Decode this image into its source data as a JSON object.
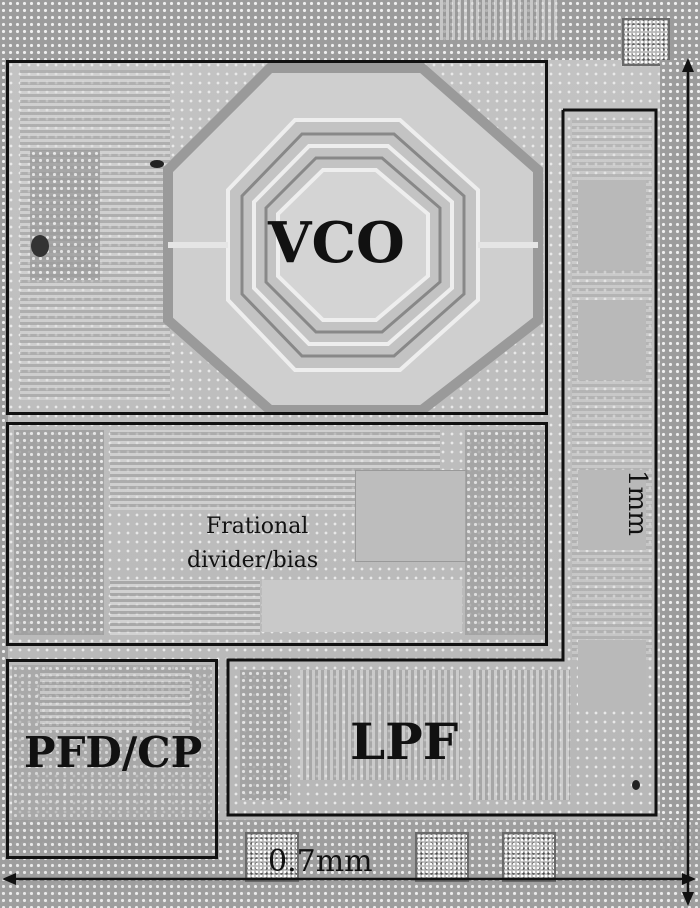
{
  "blocks": {
    "vco": "VCO",
    "divider_line1": "Frational",
    "divider_line2": "divider/bias",
    "pfd_cp": "PFD/CP",
    "lpf": "LPF"
  },
  "dimensions": {
    "width_label": "0.7mm",
    "height_label": "1mm"
  }
}
